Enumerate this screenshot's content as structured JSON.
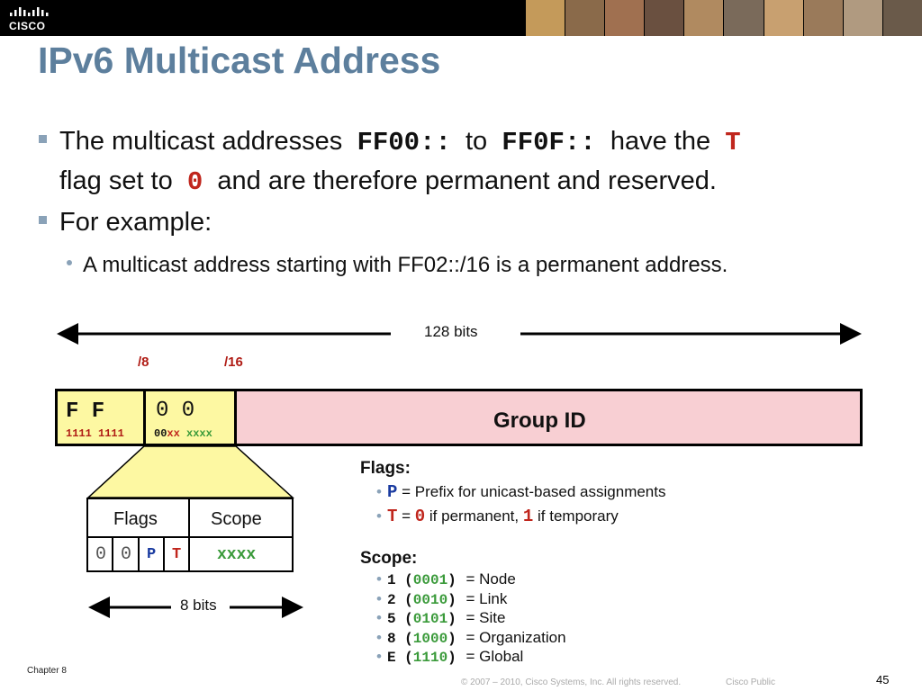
{
  "header": {
    "logo_text": "CISCO",
    "brand_color": "#000000",
    "photo_strip_colors": [
      "#c49a5a",
      "#8a6a4a",
      "#a07050",
      "#6a5040",
      "#b08a60",
      "#7a6a5a",
      "#c8a070",
      "#9a7a5a",
      "#b09a80",
      "#6a5a4a"
    ]
  },
  "title": "IPv6 Multicast Address",
  "bullet1": {
    "part1": "The multicast addresses",
    "addr1": "FF00::",
    "part2": "to",
    "addr2": "FF0F::",
    "part3": "have the",
    "flag": "T",
    "part4": "flag set to",
    "zero": "0",
    "part5": "and are therefore permanent and reserved."
  },
  "bullet2": "For example:",
  "sub_bullet": "A multicast address starting with FF02::/16 is a permanent address.",
  "diagram": {
    "total_bits": "128 bits",
    "mark8": "/8",
    "mark16": "/16",
    "ff_label": "F F",
    "ff_bits": "1111 1111",
    "zz_label": "0 0",
    "zz_bits_a": "00",
    "zz_bits_b": "xx",
    "zz_bits_c": "xxxx",
    "group_id": "Group ID",
    "flags_header": "Flags",
    "scope_header": "Scope",
    "flag_bit1": "0",
    "flag_bit2": "0",
    "flag_p": "P",
    "flag_t": "T",
    "scope_value": "xxxx",
    "eight_bits": "8 bits"
  },
  "legend": {
    "flags_title": "Flags:",
    "p_key": "P",
    "p_desc": "= Prefix for unicast-based assignments",
    "t_key": "T",
    "t_eq": "=",
    "t_zero": "0",
    "t_perm": "if permanent,",
    "t_one": "1",
    "t_temp": "if temporary",
    "scope_title": "Scope:",
    "scopes": [
      {
        "num": "1",
        "bin": "0001",
        "name": "= Node"
      },
      {
        "num": "2",
        "bin": "0010",
        "name": "= Link"
      },
      {
        "num": "5",
        "bin": "0101",
        "name": "= Site"
      },
      {
        "num": "8",
        "bin": "1000",
        "name": "= Organization"
      },
      {
        "num": "E",
        "bin": "1110",
        "name": "= Global"
      }
    ]
  },
  "footer": {
    "chapter": "Chapter 8",
    "copyright": "© 2007 – 2010, Cisco Systems, Inc. All rights reserved.",
    "classification": "Cisco Public",
    "page": "45"
  }
}
